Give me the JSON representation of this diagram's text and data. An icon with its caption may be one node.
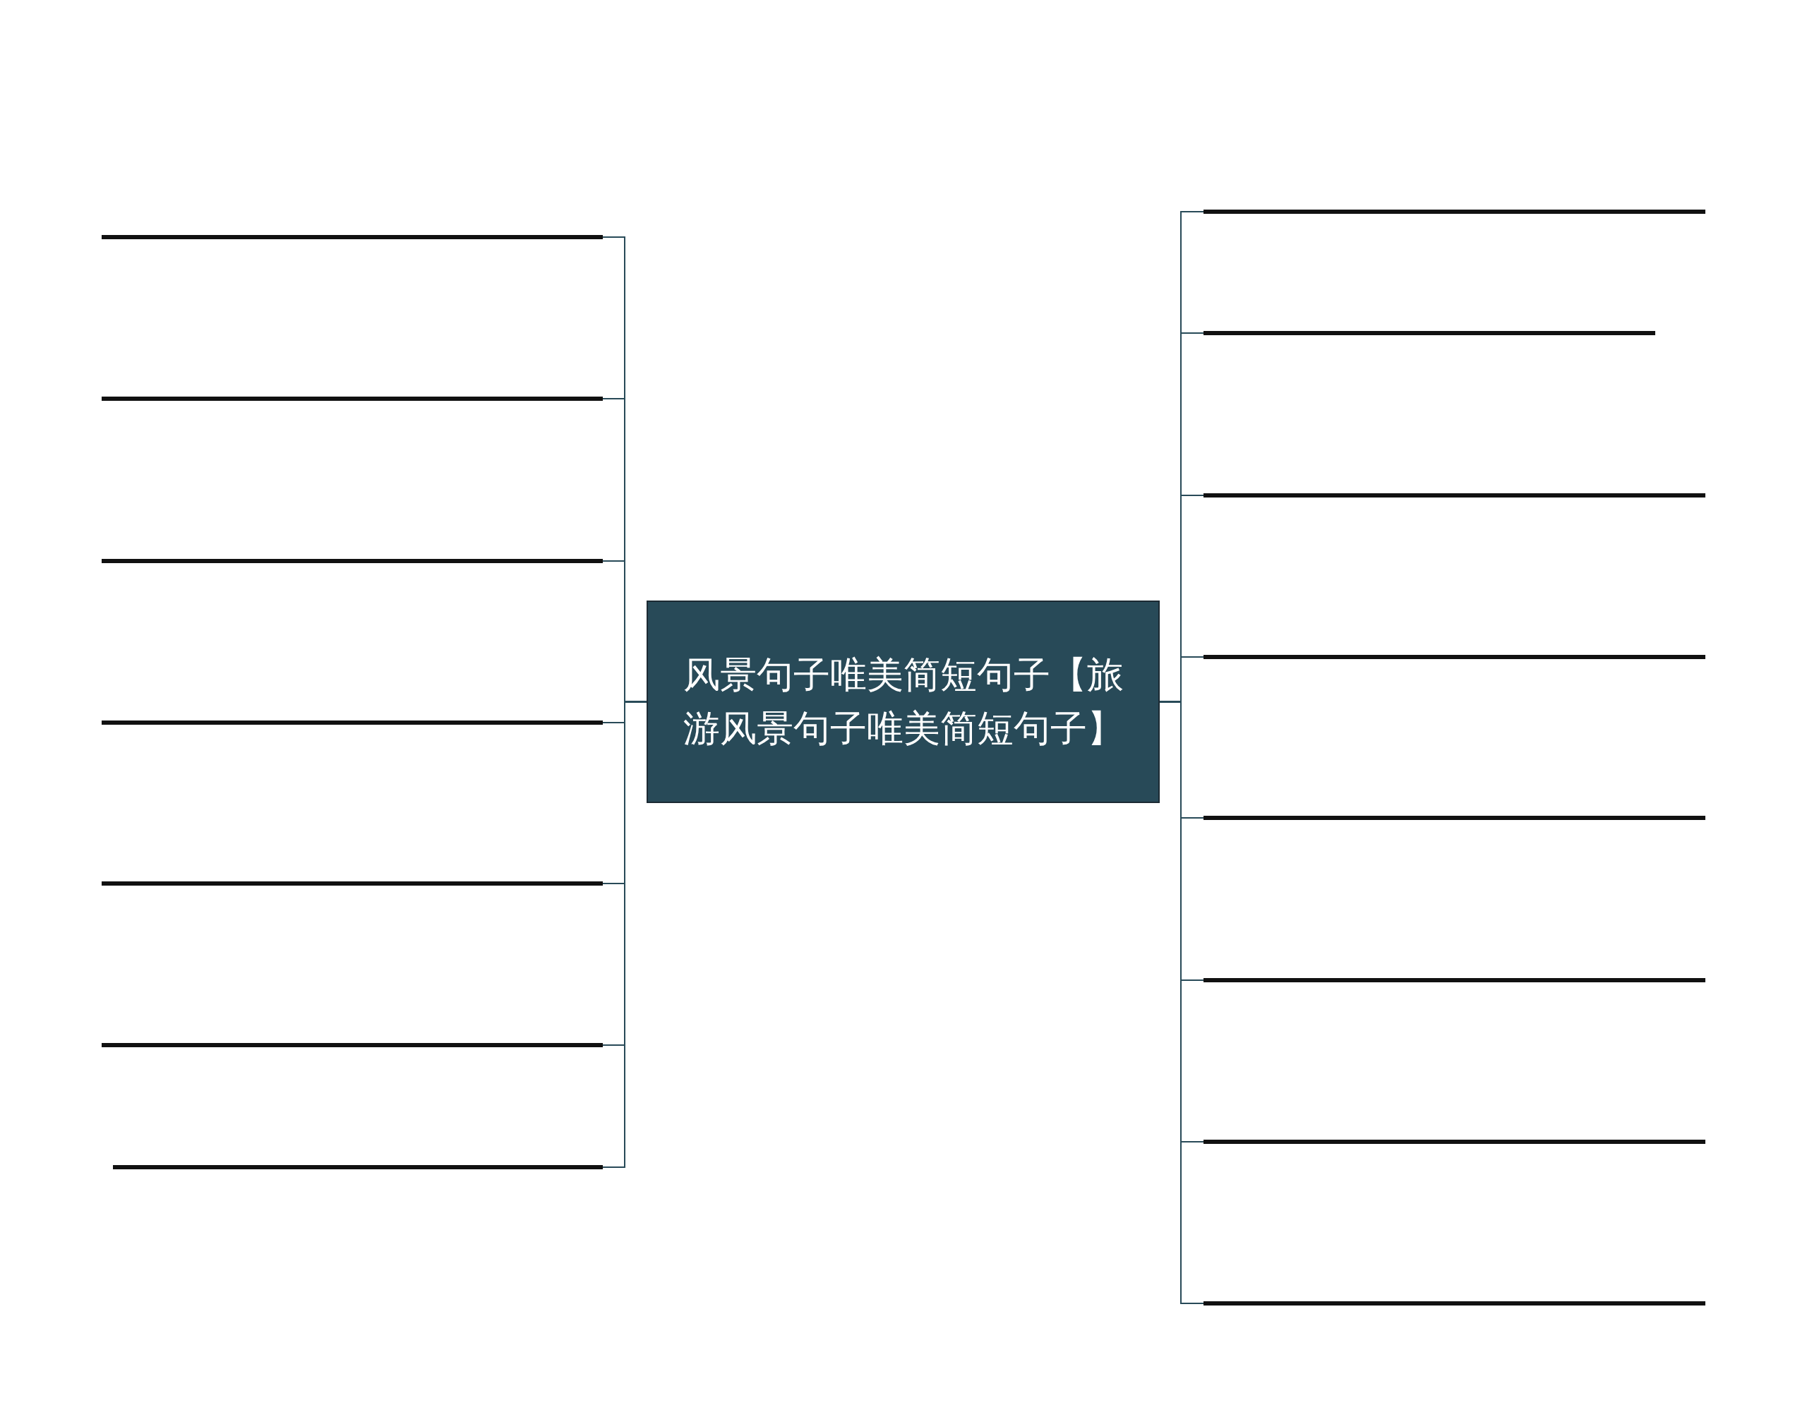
{
  "diagram": {
    "nodes": [
      {
        "text": [
          "风景句子唯美简短句子【旅游风景句子唯美简短句子】"
        ]
      },
      {
        "text": [],
        "shape": "bar"
      },
      {
        "text": [],
        "shape": "bar"
      },
      {
        "text": [],
        "shape": "bar"
      },
      {
        "text": [],
        "shape": "bar"
      },
      {
        "text": [],
        "shape": "bar"
      },
      {
        "text": [],
        "shape": "bar"
      },
      {
        "text": [],
        "shape": "bar"
      },
      {
        "text": [],
        "shape": "bar"
      },
      {
        "text": [],
        "shape": "bar"
      },
      {
        "text": [],
        "shape": "bar"
      },
      {
        "text": [],
        "shape": "bar"
      },
      {
        "text": [],
        "shape": "bar"
      },
      {
        "text": [],
        "shape": "bar"
      },
      {
        "text": [],
        "shape": "bar"
      },
      {
        "text": [],
        "shape": "bar"
      }
    ],
    "edges": [
      {
        "from": 0,
        "to": 1,
        "arrow": "none"
      },
      {
        "from": 0,
        "to": 2,
        "arrow": "none"
      },
      {
        "from": 0,
        "to": 3,
        "arrow": "none"
      },
      {
        "from": 0,
        "to": 4,
        "arrow": "none"
      },
      {
        "from": 0,
        "to": 5,
        "arrow": "none"
      },
      {
        "from": 0,
        "to": 6,
        "arrow": "none"
      },
      {
        "from": 0,
        "to": 7,
        "arrow": "none"
      },
      {
        "from": 0,
        "to": 8,
        "arrow": "none"
      },
      {
        "from": 0,
        "to": 9,
        "arrow": "none"
      },
      {
        "from": 0,
        "to": 10,
        "arrow": "none"
      },
      {
        "from": 0,
        "to": 11,
        "arrow": "none"
      },
      {
        "from": 0,
        "to": 12,
        "arrow": "none"
      },
      {
        "from": 0,
        "to": 13,
        "arrow": "none"
      },
      {
        "from": 0,
        "to": 14,
        "arrow": "none"
      },
      {
        "from": 0,
        "to": 15,
        "arrow": "none"
      }
    ]
  }
}
